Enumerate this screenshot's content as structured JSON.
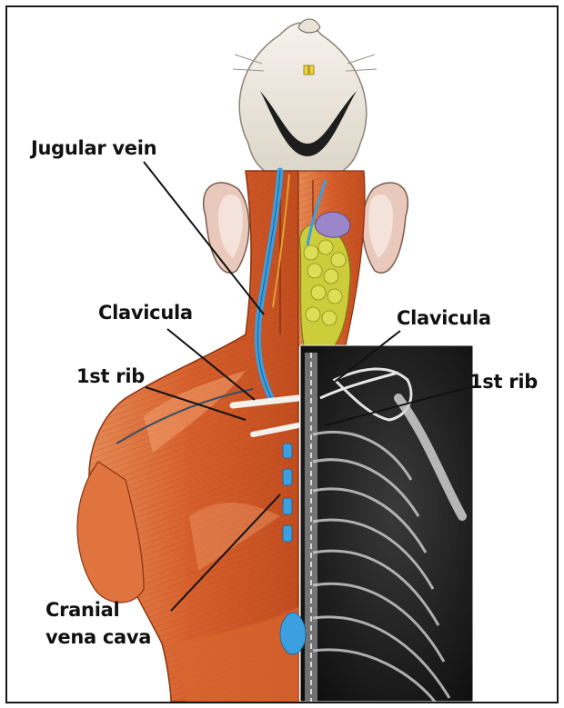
{
  "labels": {
    "jugular_vein": "Jugular vein",
    "clavicula_left": "Clavicula",
    "first_rib_left": "1st rib",
    "clavicula_right": "Clavicula",
    "first_rib_right": "1st rib",
    "cranial_vena_cava_line1": "Cranial",
    "cranial_vena_cava_line2": "vena cava"
  },
  "colors": {
    "muscle": "#d9652f",
    "muscle_light": "#f0a070",
    "fur": "#f1ece4",
    "vein": "#3b9fe0",
    "gland_yellow": "#cdcd3c",
    "gland_purple": "#9b86c9",
    "xray_dark": "#1a1a1a",
    "xray_bone": "#d8d8d8"
  }
}
